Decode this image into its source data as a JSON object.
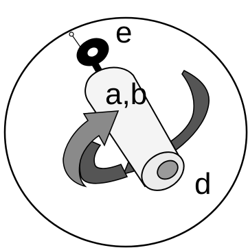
{
  "labels": {
    "e": "e",
    "ab": "a,b",
    "d": "d"
  },
  "colors": {
    "background": "#ffffff",
    "outline": "#000000",
    "arrow_dark": "#555555",
    "arrow_light": "#8a8a8a",
    "cylinder_body": "#f4f4f4",
    "cylinder_end": "#cfcfcf",
    "cylinder_inner": "#9a9a9a",
    "knob": "#000000"
  }
}
